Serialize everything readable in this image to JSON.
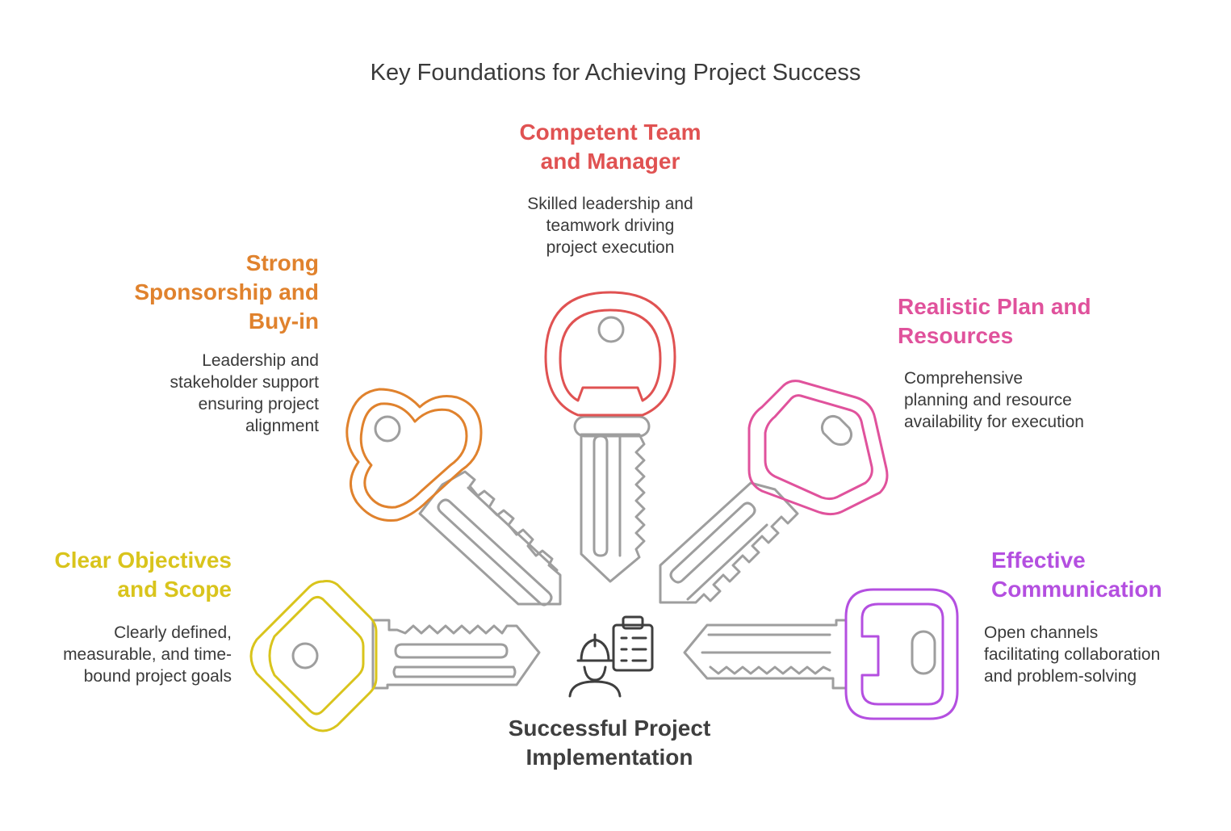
{
  "title": "Key Foundations for Achieving Project Success",
  "center": {
    "label": "Successful Project\nImplementation",
    "icon": "worker-clipboard-icon"
  },
  "colors": {
    "grey_key": "#9e9e9e",
    "grey_fill": "#f4f4f4",
    "center_icon": "#3f3f3f"
  },
  "keys": [
    {
      "id": "clear-objectives",
      "heading": "Clear Objectives\nand Scope",
      "description": "Clearly defined,\nmeasurable, and time-\nbound project goals",
      "color": "#d9c41c",
      "fill": "#fdf9d9"
    },
    {
      "id": "strong-sponsorship",
      "heading": "Strong\nSponsorship and\nBuy-in",
      "description": "Leadership and\nstakeholder support\nensuring project\nalignment",
      "color": "#e0822d",
      "fill": "#fdebd9"
    },
    {
      "id": "competent-team",
      "heading": "Competent Team\nand Manager",
      "description": "Skilled leadership and\nteamwork driving\nproject execution",
      "color": "#e05252",
      "fill": "#fde3e3"
    },
    {
      "id": "realistic-plan",
      "heading": "Realistic Plan and\nResources",
      "description": "Comprehensive\nplanning and resource\navailability for execution",
      "color": "#e0529c",
      "fill": "#fde3f0"
    },
    {
      "id": "effective-communication",
      "heading": "Effective\nCommunication",
      "description": "Open channels\nfacilitating collaboration\nand problem-solving",
      "color": "#b44fe0",
      "fill": "#f5e6fd"
    }
  ]
}
